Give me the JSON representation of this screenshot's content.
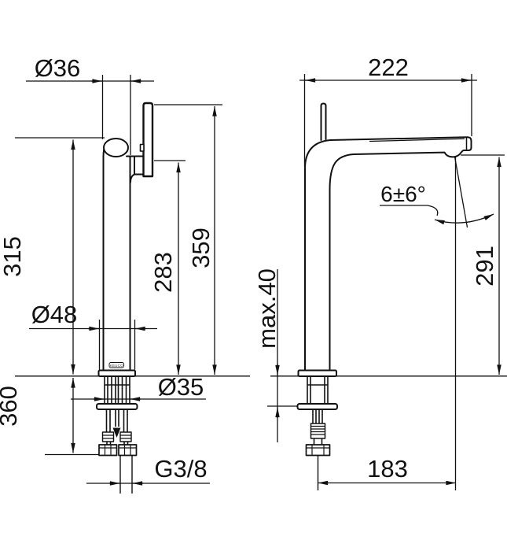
{
  "drawing": {
    "brand_logo": "KEUCO",
    "front_view": {
      "handle_width": "Ø36",
      "height_to_handle": "315",
      "height_to_outlet": "283",
      "total_height": "359",
      "base_diameter": "Ø48",
      "below_counter_length": "360",
      "shank_diameter": "Ø35",
      "connection_thread": "G3/8"
    },
    "side_view": {
      "spout_depth": "222",
      "max_mounting_thickness": "max.40",
      "spray_angle": "6±6°",
      "outlet_height": "291",
      "outlet_reach": "183"
    }
  }
}
